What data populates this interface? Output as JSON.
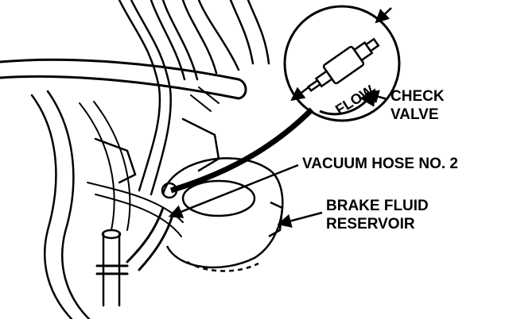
{
  "labels": {
    "check_valve_line1": "CHECK",
    "check_valve_line2": "VALVE",
    "flow": "FLOW",
    "vacuum_hose": "VACUUM HOSE NO. 2",
    "reservoir_line1": "BRAKE FLUID",
    "reservoir_line2": "RESERVOIR"
  },
  "colors": {
    "ink": "#000000",
    "paper": "#ffffff"
  }
}
